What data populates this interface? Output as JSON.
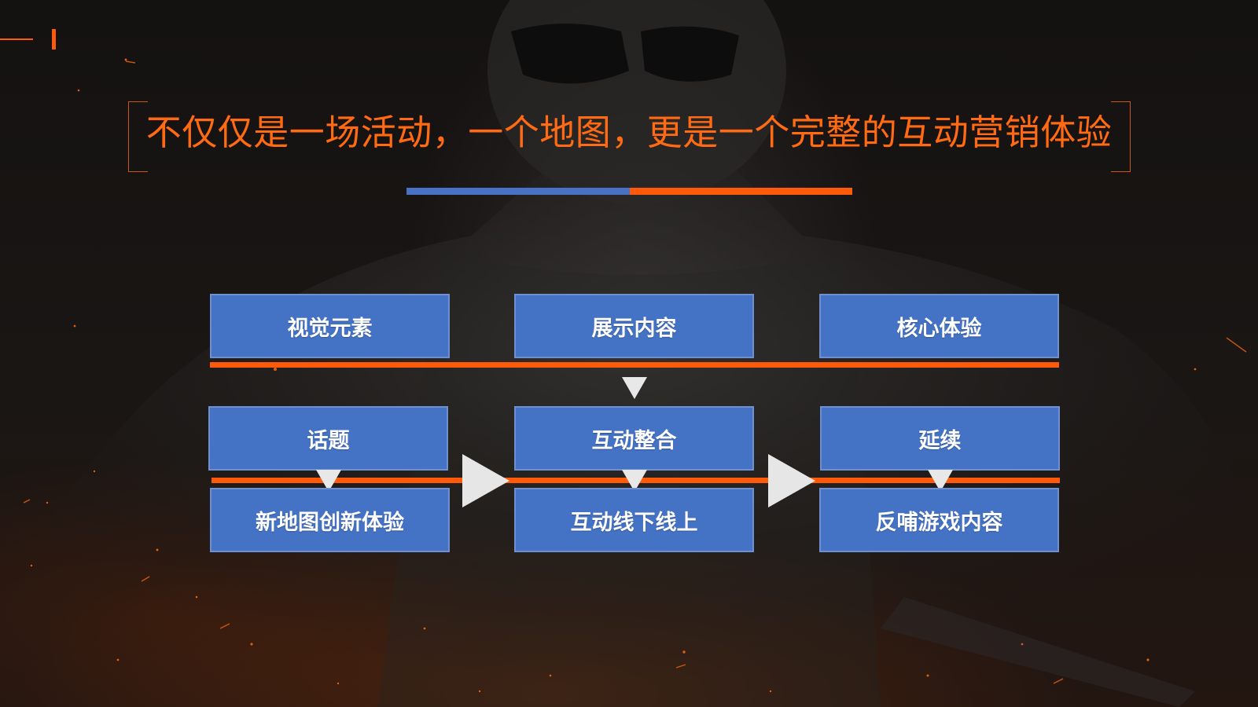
{
  "title": "不仅仅是一场活动，一个地图，更是一个完整的互动营销体验",
  "colors": {
    "accent_orange": "#ff5a0a",
    "title_orange": "#ff6a12",
    "box_blue": "#4472c4",
    "arrow_light": "#e6e6e6"
  },
  "top_row": {
    "col1": "视觉元素",
    "col2": "展示内容",
    "col3": "核心体验"
  },
  "middle_row": {
    "col1": "话题",
    "col2": "互动整合",
    "col3": "延续"
  },
  "bottom_row": {
    "col1": "新地图创新体验",
    "col2": "互动线下线上",
    "col3": "反哺游戏内容"
  }
}
